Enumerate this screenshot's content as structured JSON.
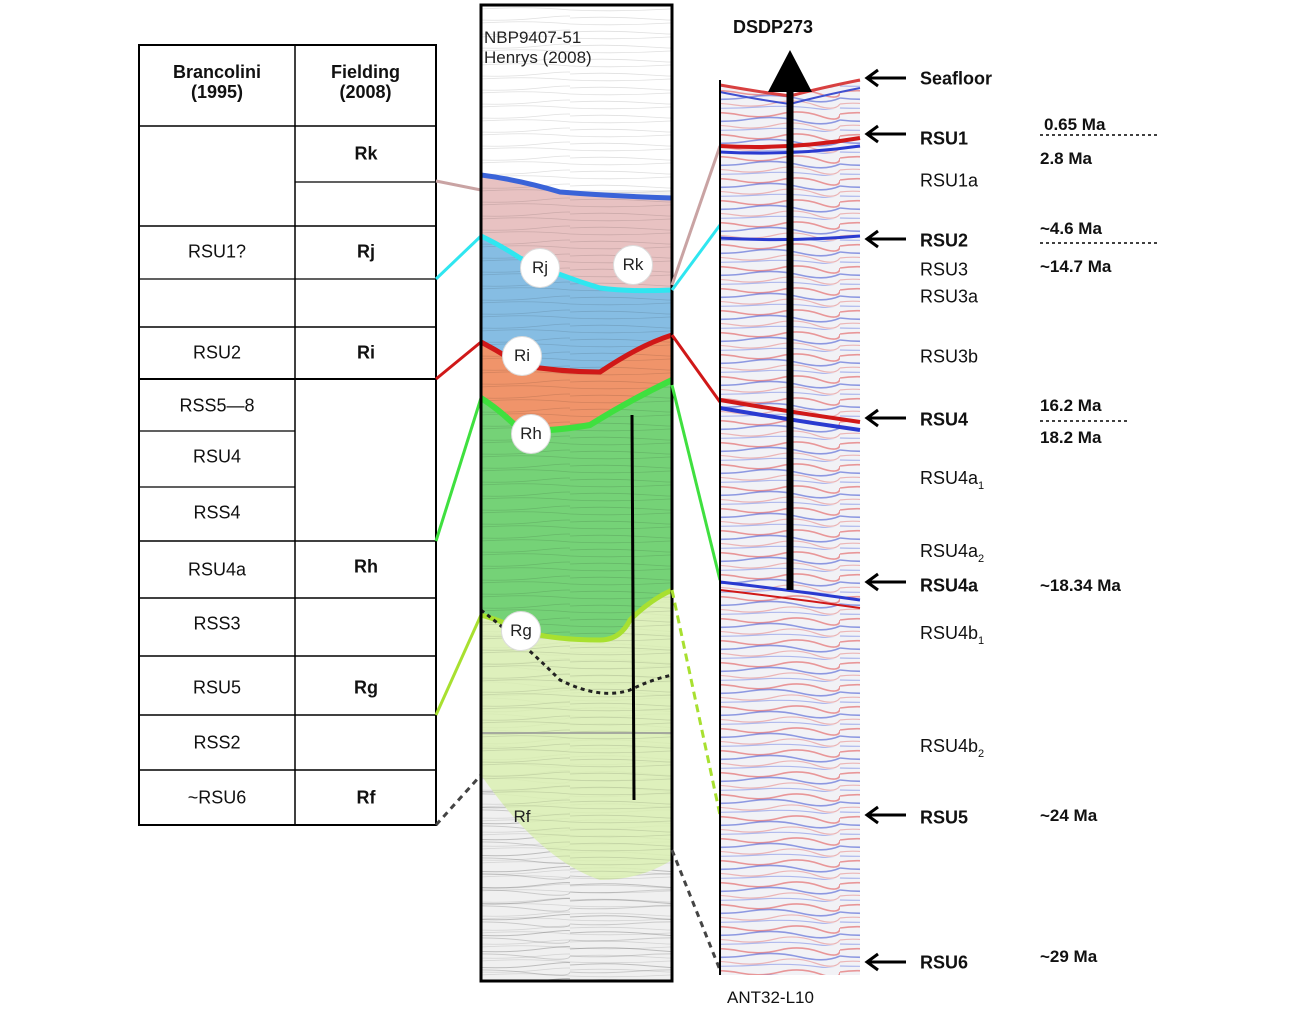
{
  "table": {
    "col1_header": "Brancolini\n(1995)",
    "col2_header": "Fielding\n(2008)",
    "rows": [
      {
        "c1": "",
        "c2": "Rk"
      },
      {
        "c1": "",
        "c2": ""
      },
      {
        "c1": "RSU1?",
        "c2": "Rj"
      },
      {
        "c1": "",
        "c2": ""
      },
      {
        "c1": "RSU2",
        "c2": "Ri"
      },
      {
        "c1": "RSS5—8",
        "c2": ""
      },
      {
        "c1": "RSU4",
        "c2": ""
      },
      {
        "c1": "RSS4",
        "c2": ""
      },
      {
        "c1": "RSU4a",
        "c2": "Rh"
      },
      {
        "c1": "RSS3",
        "c2": ""
      },
      {
        "c1": "RSU5",
        "c2": "Rg"
      },
      {
        "c1": "RSS2",
        "c2": ""
      },
      {
        "c1": "~RSU6",
        "c2": "Rf"
      }
    ]
  },
  "profile": {
    "title_line1": "NBP9407-51",
    "title_line2": "Henrys (2008)",
    "horizons": [
      "Rj",
      "Rk",
      "Ri",
      "Rh",
      "Rg",
      "Rf"
    ],
    "colors": {
      "Rk": "#e8b4b4",
      "Rj": "#7fb7e0",
      "Ri": "#f08a5d",
      "Rh": "#6dcf6d",
      "Rg": "#d6ecaa",
      "seafloor_line": "#3a63d8",
      "cyan_line": "#2fe6f0",
      "red_line": "#d01818",
      "green_line": "#3fe03f",
      "yellowgreen_line": "#a8e030"
    }
  },
  "seismic": {
    "well_label": "DSDP273",
    "line_label": "ANT32-L10",
    "markers": [
      {
        "text": "Seafloor",
        "bold": true,
        "arrow": true
      },
      {
        "text": "RSU1",
        "bold": true,
        "arrow": true
      },
      {
        "text": "RSU1a",
        "bold": false,
        "arrow": false
      },
      {
        "text": "RSU2",
        "bold": true,
        "arrow": true
      },
      {
        "text": "RSU3",
        "bold": false,
        "arrow": false
      },
      {
        "text": "RSU3a",
        "bold": false,
        "arrow": false
      },
      {
        "text": "RSU3b",
        "bold": false,
        "arrow": false
      },
      {
        "text": "RSU4",
        "bold": true,
        "arrow": true
      },
      {
        "text": "RSU4a",
        "sub": "1",
        "bold": false,
        "arrow": false
      },
      {
        "text": "RSU4a",
        "sub": "2",
        "bold": false,
        "arrow": false
      },
      {
        "text": "RSU4a",
        "bold": true,
        "arrow": true
      },
      {
        "text": "RSU4b",
        "sub": "1",
        "bold": false,
        "arrow": false
      },
      {
        "text": "RSU4b",
        "sub": "2",
        "bold": false,
        "arrow": false
      },
      {
        "text": "RSU5",
        "bold": true,
        "arrow": true
      },
      {
        "text": "RSU6",
        "bold": true,
        "arrow": true
      }
    ],
    "ages": [
      {
        "text": "0.65 Ma"
      },
      {
        "text": "2.8 Ma"
      },
      {
        "text": "~4.6 Ma"
      },
      {
        "text": "~14.7 Ma"
      },
      {
        "text": "16.2 Ma"
      },
      {
        "text": "18.2 Ma"
      },
      {
        "text": "~18.34 Ma"
      },
      {
        "text": "~24 Ma"
      },
      {
        "text": "~29 Ma"
      }
    ]
  }
}
